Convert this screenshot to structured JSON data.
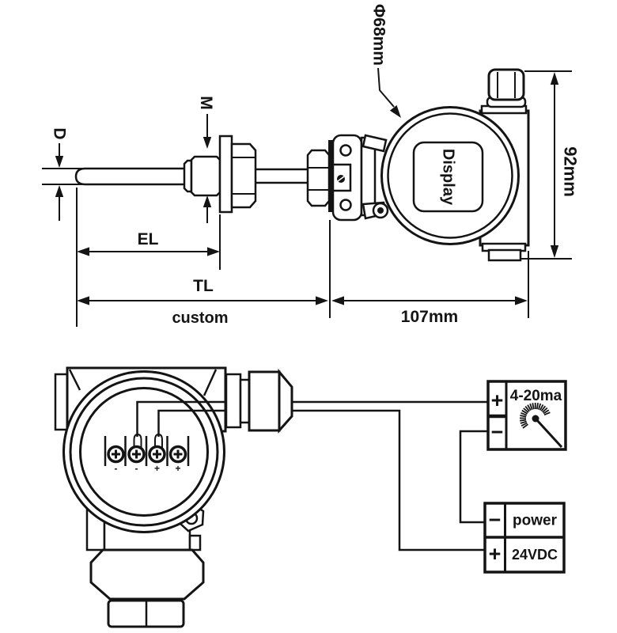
{
  "drawing": {
    "top_view": {
      "probe_diameter": "D",
      "thread_size": "M",
      "insertion_length": "EL",
      "total_length": "TL",
      "custom_note": "custom",
      "housing_length": "107mm",
      "housing_diameter": "Φ68mm",
      "housing_height": "92mm",
      "display_window": "Display"
    },
    "wiring": {
      "terminal_signs": [
        "-",
        "-",
        "+",
        "+"
      ],
      "meter": {
        "plus_terminal": "+",
        "minus_terminal": "−",
        "range": "4-20ma"
      },
      "power_supply": {
        "minus_terminal": "−",
        "plus_terminal": "+",
        "name": "power",
        "voltage": "24VDC"
      }
    },
    "colors": {
      "ink": "#141414",
      "background": "#ffffff"
    }
  }
}
